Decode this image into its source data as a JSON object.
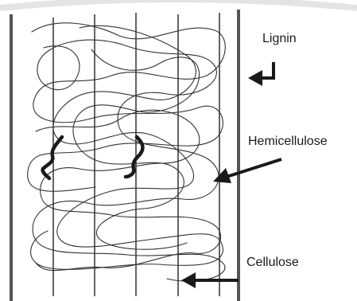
{
  "labels": {
    "lignin": "Lignin",
    "hemicellulose": "Hemicellulose",
    "cellulose": "Cellulose"
  },
  "colors": {
    "background": "#ffffff",
    "ink": "#1a1a1a",
    "cell_wall_line": "#555555"
  }
}
